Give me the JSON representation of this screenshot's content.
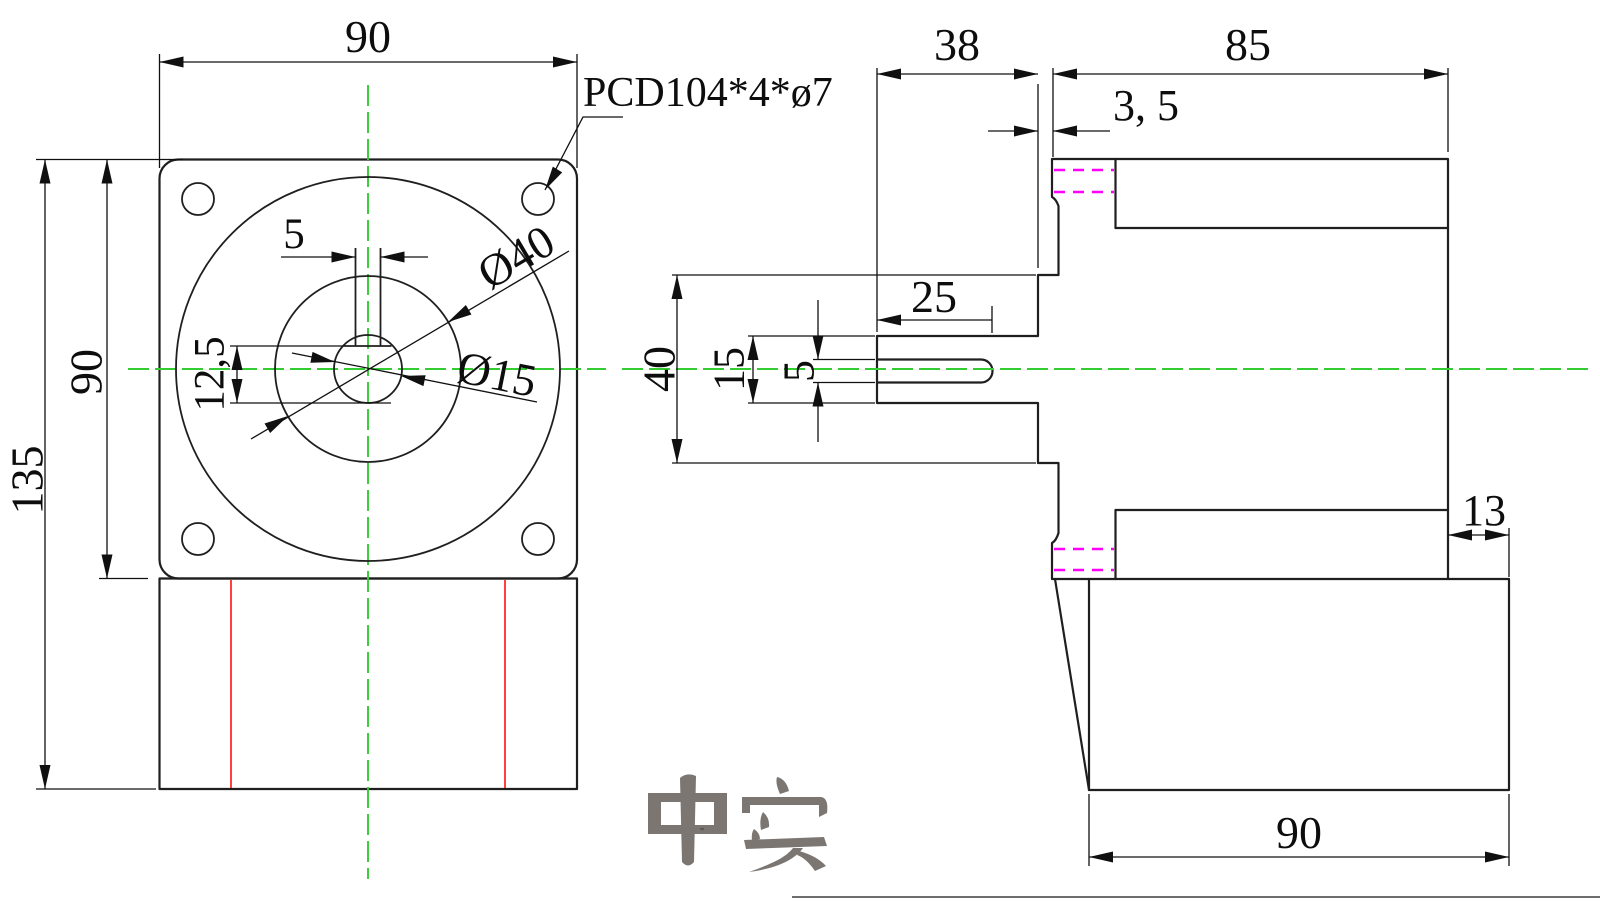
{
  "drawing": {
    "front_view": {
      "dim_width_top": "90",
      "dim_flange_height": "90",
      "dim_total_height": "135",
      "dim_keyway_width": "5",
      "dim_keyway_depth": "12,5",
      "dim_boss_diameter": "Ø40",
      "dim_shaft_diameter": "Ø15",
      "pcd_note": "PCD104*4*ø7"
    },
    "side_view": {
      "dim_shaft_length": "38",
      "dim_body_length": "85",
      "dim_pilot_depth": "3, 5",
      "dim_keyway_length": "25",
      "dim_boss_height": "40",
      "dim_shaft_height": "15",
      "dim_keyway_height": "5",
      "dim_box_overhang": "13",
      "dim_box_width": "90"
    },
    "logo": {
      "text": "中实"
    },
    "colors": {
      "part_fill": "#d6e3f6",
      "outline": "#1f1f1f",
      "centerline_green": "#33cc33",
      "hidden_hole_magenta": "#ff00ff",
      "tangent_red": "#ff0000",
      "logo_gray": "#7b7672",
      "baseline_gray": "#3f3f3f"
    }
  }
}
